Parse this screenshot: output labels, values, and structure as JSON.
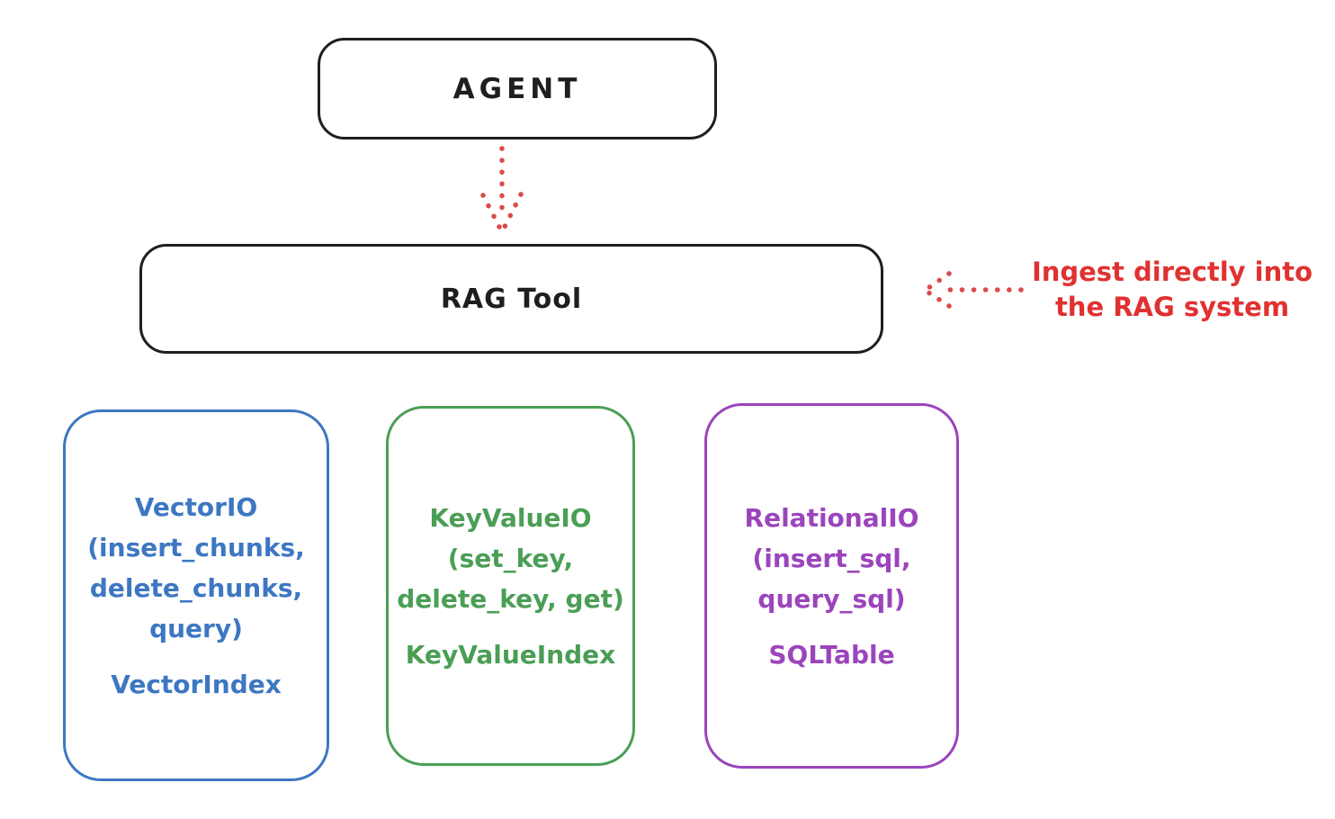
{
  "agent": {
    "label": "AGENT"
  },
  "rag_tool": {
    "label": "RAG Tool"
  },
  "annotation": {
    "line1": "Ingest directly into",
    "line2": "the RAG system"
  },
  "colors": {
    "ink": "#1e1e1e",
    "accent_red": "#e03131",
    "vector_blue": "#3d77c2",
    "keyvalue_green": "#4a9e55",
    "relational_purple": "#9b44bc"
  },
  "stores": [
    {
      "title": "VectorIO",
      "methods": [
        "(insert_chunks,",
        "delete_chunks,",
        "query)"
      ],
      "index": "VectorIndex",
      "color": "#3d77c2"
    },
    {
      "title": "KeyValueIO",
      "methods": [
        "(set_key,",
        "delete_key, get)"
      ],
      "index": "KeyValueIndex",
      "color": "#4a9e55"
    },
    {
      "title": "RelationalIO",
      "methods": [
        "(insert_sql,",
        "query_sql)"
      ],
      "index": "SQLTable",
      "color": "#9b44bc"
    }
  ]
}
